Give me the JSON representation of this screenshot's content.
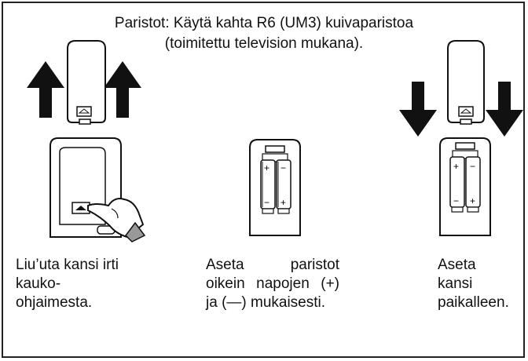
{
  "title": {
    "line1": "Paristot: Käytä kahta R6 (UM3) kuivaparistoa",
    "line2": "(toimitettu television mukana)."
  },
  "steps": [
    {
      "lines": [
        "Liu’uta kansi irti",
        "kauko-",
        "ohjaimesta."
      ]
    },
    {
      "lines": [
        "Aseta paristot",
        "oikein napojen (+)",
        "ja (—) mukaisesti."
      ]
    },
    {
      "lines": [
        "Aseta",
        "kansi",
        "paikalleen."
      ]
    }
  ],
  "symbols": {
    "plus": "+",
    "minus": "−"
  },
  "arrows": {
    "step1": "up",
    "step3": "down"
  }
}
